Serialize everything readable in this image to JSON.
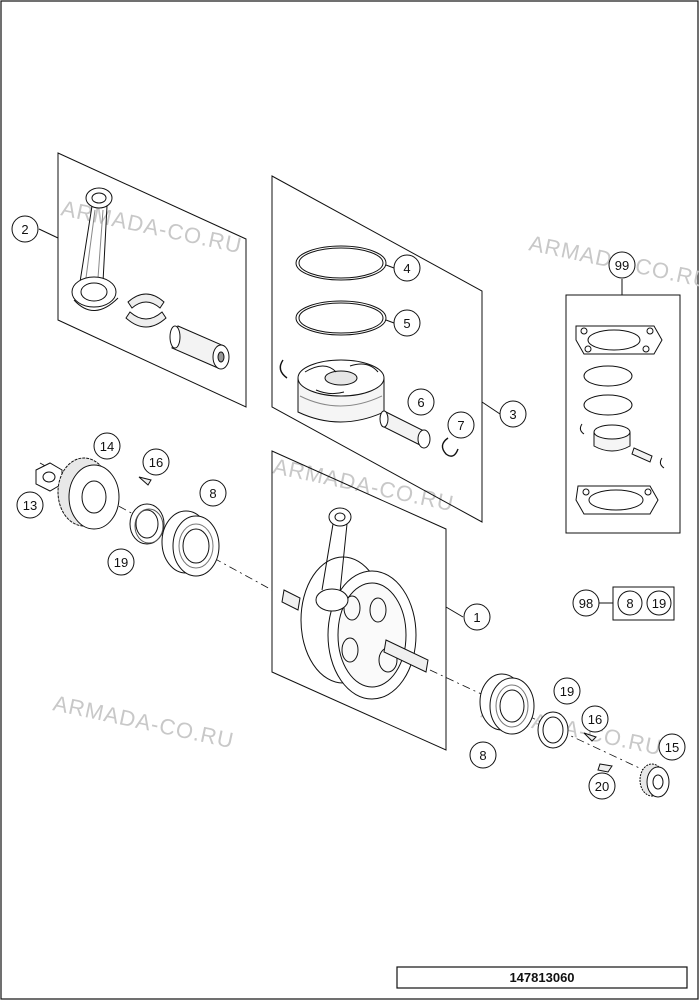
{
  "diagram": {
    "document_number": "147813060",
    "watermark": "ARMADA-CO.RU",
    "callouts": {
      "c1": "1",
      "c2": "2",
      "c3": "3",
      "c4": "4",
      "c5": "5",
      "c6": "6",
      "c7": "7",
      "c8a": "8",
      "c8b": "8",
      "c13": "13",
      "c14": "14",
      "c15": "15",
      "c16a": "16",
      "c16b": "16",
      "c19a": "19",
      "c19b": "19",
      "c20": "20",
      "c99": "99",
      "c98": "98",
      "c98_8": "8",
      "c98_19": "19"
    },
    "colors": {
      "line": "#111111",
      "watermark": "#c8c8c8",
      "shade": "#d9d9d9"
    }
  }
}
